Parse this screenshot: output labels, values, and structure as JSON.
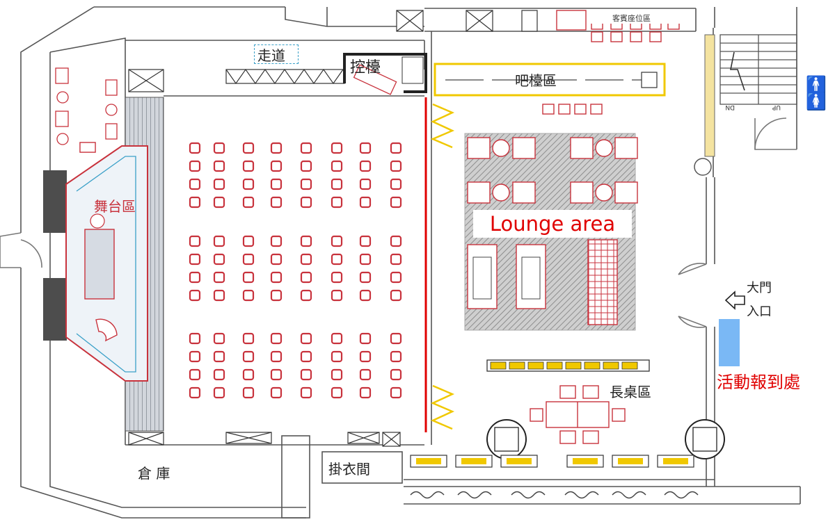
{
  "labels": {
    "walkway": "走道",
    "control_desk": "控檯",
    "bar_area": "吧檯區",
    "vip_seating": "客賓座位區",
    "stage_area": "舞台區",
    "lounge_area": "Lounge area",
    "main_entrance_line1": "大門",
    "main_entrance_line2": "入口",
    "registration_desk": "活動報到處",
    "long_table_area": "長桌區",
    "storage": "倉 庫",
    "cloakroom": "掛衣間",
    "stair_up": "UP",
    "stair_down": "DN"
  },
  "colors": {
    "seat": "#c8323c",
    "wall": "#555555",
    "label_red": "#e00000",
    "registration_blue": "#7ab8f5",
    "stage_fill": "#e6eef6",
    "lounge_hatch": "#9a9a9a",
    "spring_yellow": "#f0c800"
  },
  "icons": {
    "restroom": "restroom-icon",
    "entrance_arrow": "left-arrow-icon"
  }
}
